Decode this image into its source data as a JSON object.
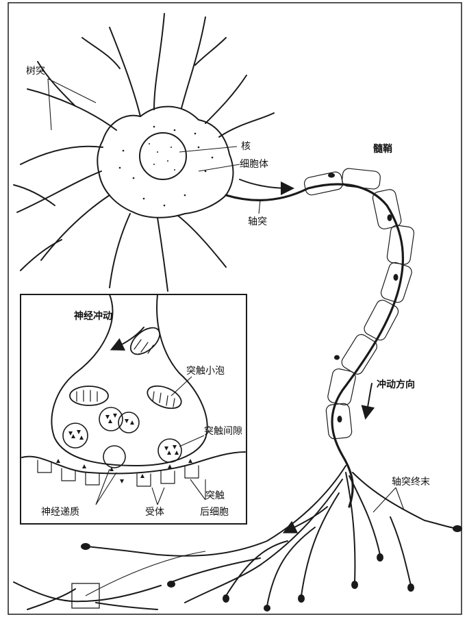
{
  "diagram": {
    "labels": {
      "dendrite": "树突",
      "nucleus": "核",
      "cell_body": "细胞体",
      "myelin_sheath": "髓鞘",
      "axon": "轴突",
      "nerve_impulse": "神经冲动",
      "synaptic_vesicle": "突触小泡",
      "synaptic_cleft": "突触间隙",
      "impulse_direction": "冲动方向",
      "axon_terminal": "轴突终末",
      "neurotransmitter": "神经递质",
      "receptor": "受体",
      "postsynaptic_line1": "突触",
      "postsynaptic_line2": "后细胞"
    },
    "colors": {
      "ink": "#1a1a1a",
      "paper": "#ffffff"
    }
  }
}
